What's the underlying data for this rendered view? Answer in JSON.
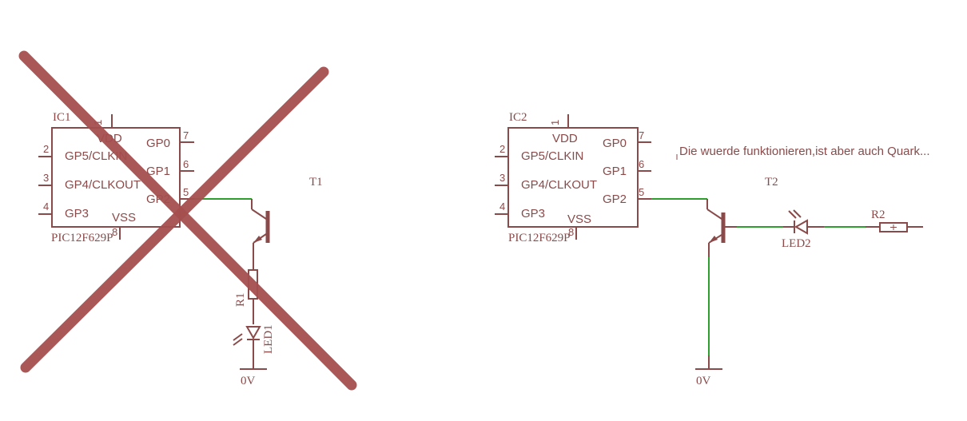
{
  "chips": [
    {
      "ref": "IC1",
      "part": "PIC12F629P",
      "left_pins": [
        {
          "num": "2",
          "label": "GP5/CLKIN"
        },
        {
          "num": "3",
          "label": "GP4/CLKOUT"
        },
        {
          "num": "4",
          "label": "GP3"
        }
      ],
      "right_pins": [
        {
          "num": "7",
          "label": "GP0"
        },
        {
          "num": "6",
          "label": "GP1"
        },
        {
          "num": "5",
          "label": "GP2"
        }
      ],
      "top_pin": {
        "num": "1",
        "label": "VDD"
      },
      "bottom_pin": {
        "num": "8",
        "label": "VSS"
      }
    },
    {
      "ref": "IC2",
      "part": "PIC12F629P",
      "left_pins": [
        {
          "num": "2",
          "label": "GP5/CLKIN"
        },
        {
          "num": "3",
          "label": "GP4/CLKOUT"
        },
        {
          "num": "4",
          "label": "GP3"
        }
      ],
      "right_pins": [
        {
          "num": "7",
          "label": "GP0"
        },
        {
          "num": "6",
          "label": "GP1"
        },
        {
          "num": "5",
          "label": "GP2"
        }
      ],
      "top_pin": {
        "num": "1",
        "label": "VDD"
      },
      "bottom_pin": {
        "num": "8",
        "label": "VSS"
      }
    }
  ],
  "left_circuit": {
    "transistor": "T1",
    "resistor": "R1",
    "led": "LED1",
    "ground": "0V"
  },
  "right_circuit": {
    "transistor": "T2",
    "resistor": "R2",
    "led": "LED2",
    "ground": "0V",
    "note": "Die wuerde funktionieren,ist aber auch Quark..."
  },
  "colors": {
    "component": "#8a4a4a",
    "wire": "#2e9e2e",
    "cross": "#a54f4f"
  }
}
